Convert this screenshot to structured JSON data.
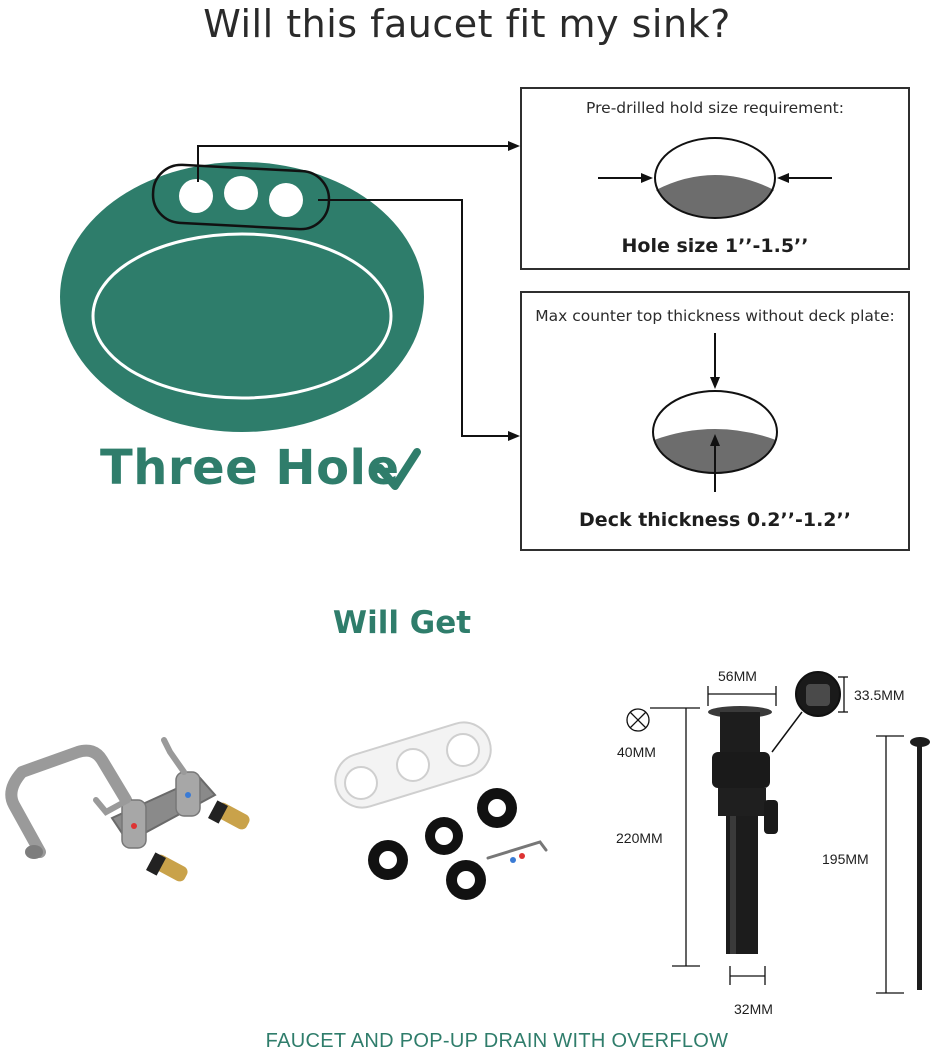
{
  "header": {
    "title": "Will this faucet fit my sink?"
  },
  "sink": {
    "label": "Three Hole",
    "check_glyph": "✓",
    "colors": {
      "basin": "#2e7d6b",
      "text": "#2f7d6b"
    }
  },
  "hole_box": {
    "caption": "Pre-drilled hold size requirement:",
    "value_label": "Hole size 1’’-1.5’’"
  },
  "deck_box": {
    "caption": "Max counter top thickness without deck plate:",
    "value_label": "Deck thickness 0.2’’-1.2’’"
  },
  "section": {
    "will_get": "Will Get"
  },
  "drain_dimensions": {
    "width_top": "56MM",
    "stopper_height": "33.5MM",
    "flange_dia": "40MM",
    "body_length": "220MM",
    "rod_length": "195MM",
    "pipe_dia": "32MM"
  },
  "footer": {
    "caption": "FAUCET AND POP-UP DRAIN WITH OVERFLOW"
  }
}
